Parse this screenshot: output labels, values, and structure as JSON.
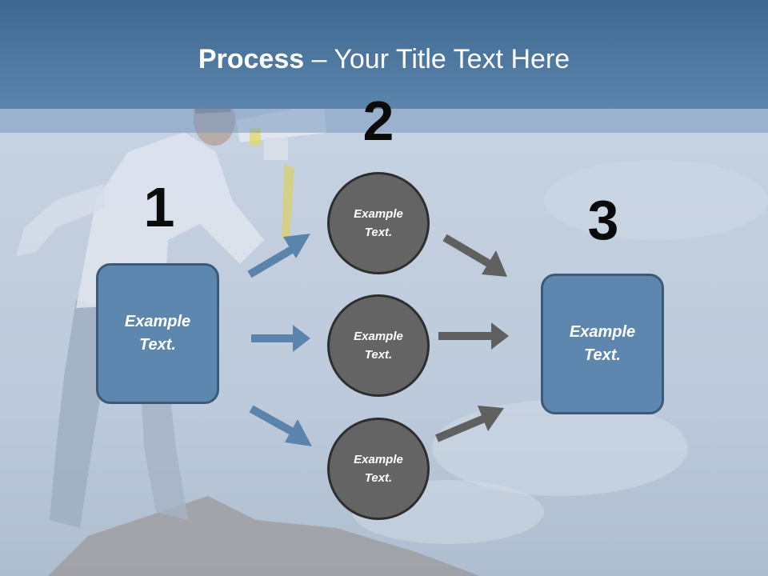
{
  "title": {
    "bold": "Process",
    "rest": " – Your Title Text Here"
  },
  "steps": {
    "num1": "1",
    "num2": "2",
    "num3": "3"
  },
  "left_box": {
    "line1": "Example",
    "line2": "Text."
  },
  "circles": [
    {
      "line1": "Example",
      "line2": "Text."
    },
    {
      "line1": "Example",
      "line2": "Text."
    },
    {
      "line1": "Example",
      "line2": "Text."
    }
  ],
  "right_box": {
    "line1": "Example",
    "line2": "Text."
  },
  "colors": {
    "header": "#4a73a0",
    "box_fill": "#5d87ae",
    "circle_fill": "#646464",
    "arrow_blue": "#5b84ad",
    "arrow_gray": "#606060"
  }
}
